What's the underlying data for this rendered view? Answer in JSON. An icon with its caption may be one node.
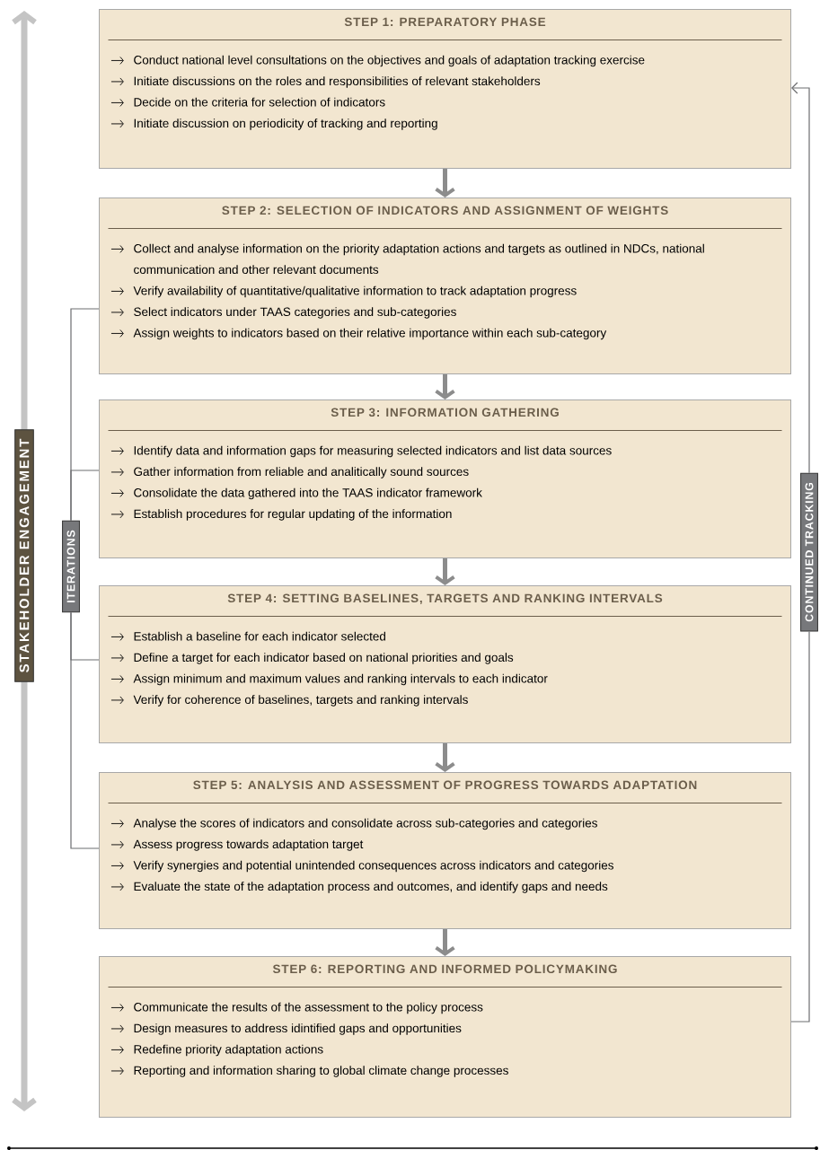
{
  "diagram": {
    "nodes": [
      {
        "text": [
          "STEP 1: PREPARATORY PHASE",
          "Conduct national level consultations on the objectives and goals of adaptation tracking exercise",
          "Initiate discussions on the roles and responsibilities of relevant stakeholders",
          "Decide on the criteria for selection of indicators",
          "Initiate discussion on periodicity of tracking and reporting"
        ]
      },
      {
        "text": [
          "STEP 2: SELECTION OF INDICATORS AND ASSIGNMENT OF WEIGHTS",
          "Collect and analyse information on the priority adaptation actions and targets as outlined in NDCs, national communication and other relevant documents",
          "Verify availability of quantitative/qualitative information to track adaptation progress",
          "Select indicators under TAAS categories and sub-categories",
          "Assign weights to indicators based on their relative importance within each sub-category"
        ]
      },
      {
        "text": [
          "STEP 3: INFORMATION GATHERING",
          "Identify data and information gaps for measuring selected indicators and list data sources",
          "Gather information from reliable and analitically sound sources",
          "Consolidate the data gathered into the TAAS indicator framework",
          "Establish procedures for regular updating of the information"
        ]
      },
      {
        "text": [
          "STEP 4: SETTING BASELINES, TARGETS AND RANKING INTERVALS",
          "Establish a baseline for each indicator selected",
          "Define a target for each indicator based on national priorities and goals",
          "Assign minimum and maximum values and ranking intervals to each indicator",
          "Verify for coherence of baselines, targets and ranking intervals"
        ]
      },
      {
        "text": [
          "STEP 5: ANALYSIS AND ASSESSMENT OF PROGRESS TOWARDS ADAPTATION",
          "Analyse the scores of indicators and consolidate across sub-categories and categories",
          "Assess progress towards adaptation target",
          "Verify synergies and potential unintended consequences across indicators and categories",
          "Evaluate the state of the adaptation process and outcomes, and identify gaps and needs"
        ]
      },
      {
        "text": [
          "STEP 6: REPORTING AND INFORMED POLICYMAKING",
          "Communicate the results of the assessment to the policy process",
          "Design measures to address idintified gaps and opportunities",
          "Redefine priority adaptation actions",
          "Reporting and information sharing to global climate change processes"
        ]
      },
      {
        "text": [
          "STAKEHOLDER ENGAGEMENT"
        ]
      },
      {
        "text": [
          "ITERATIONS"
        ]
      },
      {
        "text": [
          "CONTINUED TRACKING"
        ]
      }
    ],
    "edges": [
      {
        "from": 0,
        "to": 1,
        "arrow": "to",
        "style": "thick"
      },
      {
        "from": 1,
        "to": 2,
        "arrow": "to",
        "style": "thick"
      },
      {
        "from": 2,
        "to": 3,
        "arrow": "to",
        "style": "thick"
      },
      {
        "from": 3,
        "to": 4,
        "arrow": "to",
        "style": "thick"
      },
      {
        "from": 4,
        "to": 5,
        "arrow": "to",
        "style": "thick"
      },
      {
        "from": 7,
        "to": 1,
        "arrow": "none"
      },
      {
        "from": 7,
        "to": 2,
        "arrow": "none"
      },
      {
        "from": 7,
        "to": 3,
        "arrow": "none"
      },
      {
        "from": 7,
        "to": 4,
        "arrow": "none"
      },
      {
        "from": 5,
        "to": 8,
        "arrow": "none"
      },
      {
        "from": 8,
        "to": 0,
        "arrow": "to"
      }
    ]
  }
}
